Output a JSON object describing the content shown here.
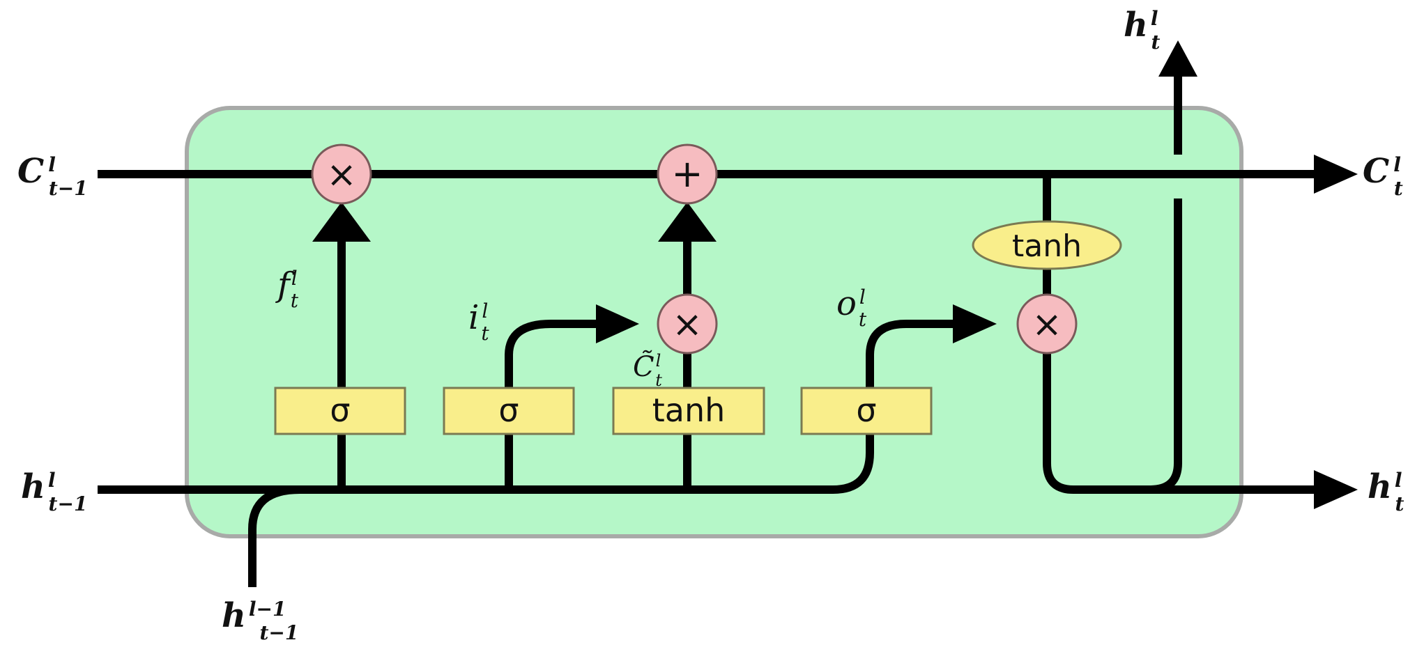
{
  "colors": {
    "cell_fill": "#b5f7c8",
    "cell_border": "#a8aaa8",
    "gate_fill": "#f9ee8b",
    "gate_border": "#7a7a52",
    "op_fill": "#f6bcc0",
    "op_border": "#7a5a5a",
    "line": "#000000"
  },
  "inputs": {
    "c_prev": {
      "base": "C",
      "sup": "l",
      "sub": "t−1"
    },
    "h_prev": {
      "base": "h",
      "sup": "l",
      "sub": "t−1"
    },
    "h_below": {
      "base": "h",
      "sup": "l−1",
      "sub": "t−1"
    }
  },
  "outputs": {
    "c_out": {
      "base": "C",
      "sup": "l",
      "sub": "t"
    },
    "h_out_right": {
      "base": "h",
      "sup": "l",
      "sub": "t"
    },
    "h_out_top": {
      "base": "h",
      "sup": "l",
      "sub": "t"
    }
  },
  "gates": {
    "forget": "σ",
    "input": "σ",
    "candidate": "tanh",
    "output": "σ",
    "cell_tanh": "tanh"
  },
  "operators": {
    "forget_mul": "×",
    "cell_add": "+",
    "input_mul": "×",
    "output_mul": "×"
  },
  "signals": {
    "forget": {
      "base": "f",
      "sup": "l",
      "sub": "t"
    },
    "input": {
      "base": "i",
      "sup": "l",
      "sub": "t"
    },
    "candidate": {
      "base": "C̃",
      "sup": "l",
      "sub": "t"
    },
    "output": {
      "base": "o",
      "sup": "l",
      "sub": "t"
    }
  }
}
